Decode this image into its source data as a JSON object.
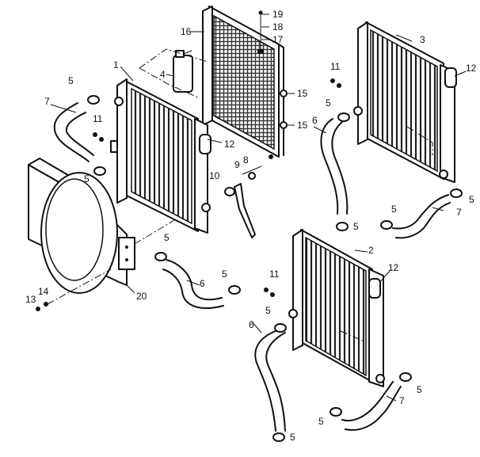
{
  "diagram": {
    "callouts": {
      "p1": "1",
      "p2": "2",
      "p3": "3",
      "p4": "4",
      "p5a": "5",
      "p5b": "5",
      "p5c": "5",
      "p5d": "5",
      "p5e": "5",
      "p5f": "5",
      "p5g": "5",
      "p5h": "5",
      "p5i": "5",
      "p5j": "5",
      "p5k": "5",
      "p5l": "5",
      "p6a": "6",
      "p6b": "6",
      "p6c": "6",
      "p7a": "7",
      "p7b": "7",
      "p7c": "7",
      "p8": "8",
      "p9": "9",
      "p10": "10",
      "p11a": "11",
      "p11b": "11",
      "p11c": "11",
      "p12a": "12",
      "p12b": "12",
      "p12c": "12",
      "p13": "13",
      "p14": "14",
      "p15a": "15",
      "p15b": "15",
      "p16": "16",
      "p17": "17",
      "p18": "18",
      "p19": "19",
      "p20": "20"
    }
  }
}
